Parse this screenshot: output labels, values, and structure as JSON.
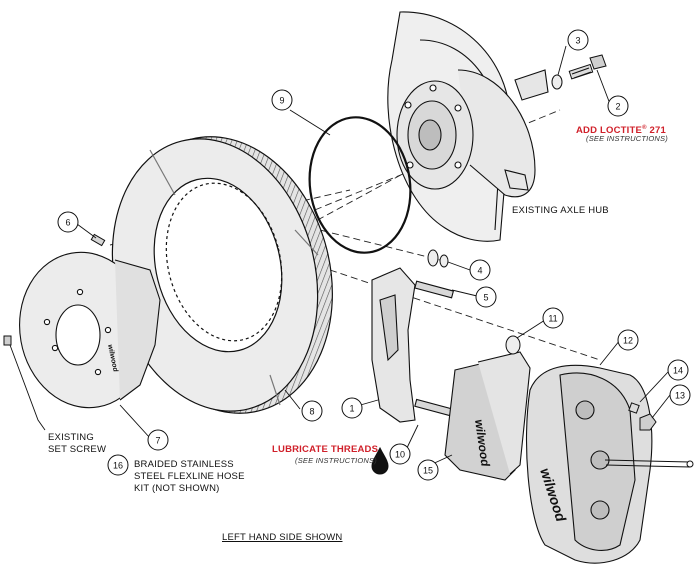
{
  "callouts": [
    "1",
    "2",
    "3",
    "4",
    "5",
    "6",
    "7",
    "8",
    "9",
    "10",
    "11",
    "12",
    "13",
    "14",
    "15",
    "16"
  ],
  "notes": {
    "loctite_line": "ADD LOCTITE",
    "loctite_reg": "®",
    "loctite_num": " 271",
    "loctite_sub": "(SEE INSTRUCTIONS)",
    "lube": "LUBRICATE THREADS",
    "lube_sub": "(SEE INSTRUCTIONS)",
    "axle_hub": "EXISTING AXLE HUB",
    "set_screw_1": "EXISTING",
    "set_screw_2": "SET SCREW",
    "hose_1": "BRAIDED STAINLESS",
    "hose_2": "STEEL FLEXLINE HOSE",
    "hose_3": "KIT (NOT SHOWN)",
    "side": "LEFT HAND SIDE SHOWN"
  },
  "branding": {
    "pad_logo": "wilwood",
    "caliper_logo": "wilwood",
    "hat_logo": "wilwood"
  },
  "colors": {
    "note_red": "#d0202a",
    "line": "#111111",
    "part_fill": "#e6e6e6",
    "part_dark": "#bdbdbd"
  }
}
